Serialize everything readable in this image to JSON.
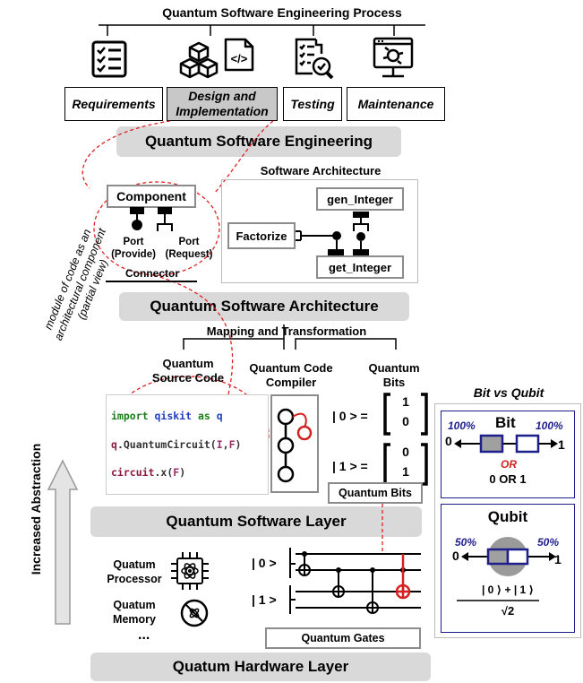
{
  "header": {
    "title": "Quantum Software Engineering Process"
  },
  "phases": [
    {
      "label": "Requirements"
    },
    {
      "label": "Design and Implementation"
    },
    {
      "label": "Testing"
    },
    {
      "label": "Maintenance"
    }
  ],
  "icons": [
    "checklist-icon",
    "cubes-code-icon",
    "test-search-icon",
    "monitor-wrench-icon"
  ],
  "banners": {
    "qse": "Quantum Software Engineering",
    "qsa": "Quantum Software Architecture",
    "qsl": "Quantum Software Layer",
    "qhl": "Quatum Hardware Layer"
  },
  "component": {
    "title": "Component",
    "port_provide": "Port\n(Provide)",
    "port_request": "Port\n(Request)",
    "connector": "Connector"
  },
  "architecture": {
    "title": "Software Architecture",
    "factorize": "Factorize",
    "gen_integer": "gen_Integer",
    "get_integer": "get_Integer"
  },
  "side_note": "module of code as an\narchitectural component\n(partial view)",
  "mapping": {
    "title": "Mapping and Transformation"
  },
  "columns": {
    "source_code": "Quantum\nSource Code",
    "compiler": "Quantum Code\nCompiler",
    "bits": "Quantum\nBits"
  },
  "code_lines": [
    [
      {
        "t": "import ",
        "c": "kw"
      },
      {
        "t": "qiskit ",
        "c": "nm"
      },
      {
        "t": "as ",
        "c": "kw"
      },
      {
        "t": "q",
        "c": "nm"
      }
    ],
    [
      {
        "t": "q",
        "c": "vr"
      },
      {
        "t": ".QuantumCircuit(",
        "c": "tx"
      },
      {
        "t": "I",
        "c": "pr"
      },
      {
        "t": ",",
        "c": "tx"
      },
      {
        "t": "F",
        "c": "pr"
      },
      {
        "t": ")",
        "c": "tx"
      }
    ],
    [
      {
        "t": "circuit",
        "c": "vr"
      },
      {
        "t": ".x(",
        "c": "tx"
      },
      {
        "t": "F",
        "c": "pr"
      },
      {
        "t": ")",
        "c": "tx"
      }
    ]
  ],
  "ket_zero": {
    "label": "| 0 > =",
    "top": "1",
    "bottom": "0"
  },
  "ket_one": {
    "label": "| 1 > =",
    "top": "0",
    "bottom": "1"
  },
  "quantum_bits_label": "Quantum Bits",
  "abstraction": "Increased Abstraction",
  "hardware": {
    "processor": "Quatum\nProcessor",
    "memory": "Quatum\nMemory",
    "ellipsis": "..."
  },
  "circuit": {
    "q0": "| 0 >",
    "q1": "| 1 >",
    "gates_label": "Quantum Gates"
  },
  "bit_vs_qubit": {
    "title": "Bit vs Qubit",
    "bit": {
      "title": "Bit",
      "left_pct": "100%",
      "right_pct": "100%",
      "zero": "0",
      "one": "1",
      "or": "OR",
      "result": "0 OR 1"
    },
    "qubit": {
      "title": "Qubit",
      "left_pct": "50%",
      "right_pct": "50%",
      "zero": "0",
      "one": "1",
      "numerator": "| 0 ⟩ + | 1 ⟩",
      "denominator": "√2"
    }
  },
  "colors": {
    "navy": "#1f1f8c",
    "red": "#d42020",
    "banner": "#d9d9d9",
    "highlight": "#c8c8c8",
    "border_gray": "#8c8c8c"
  }
}
